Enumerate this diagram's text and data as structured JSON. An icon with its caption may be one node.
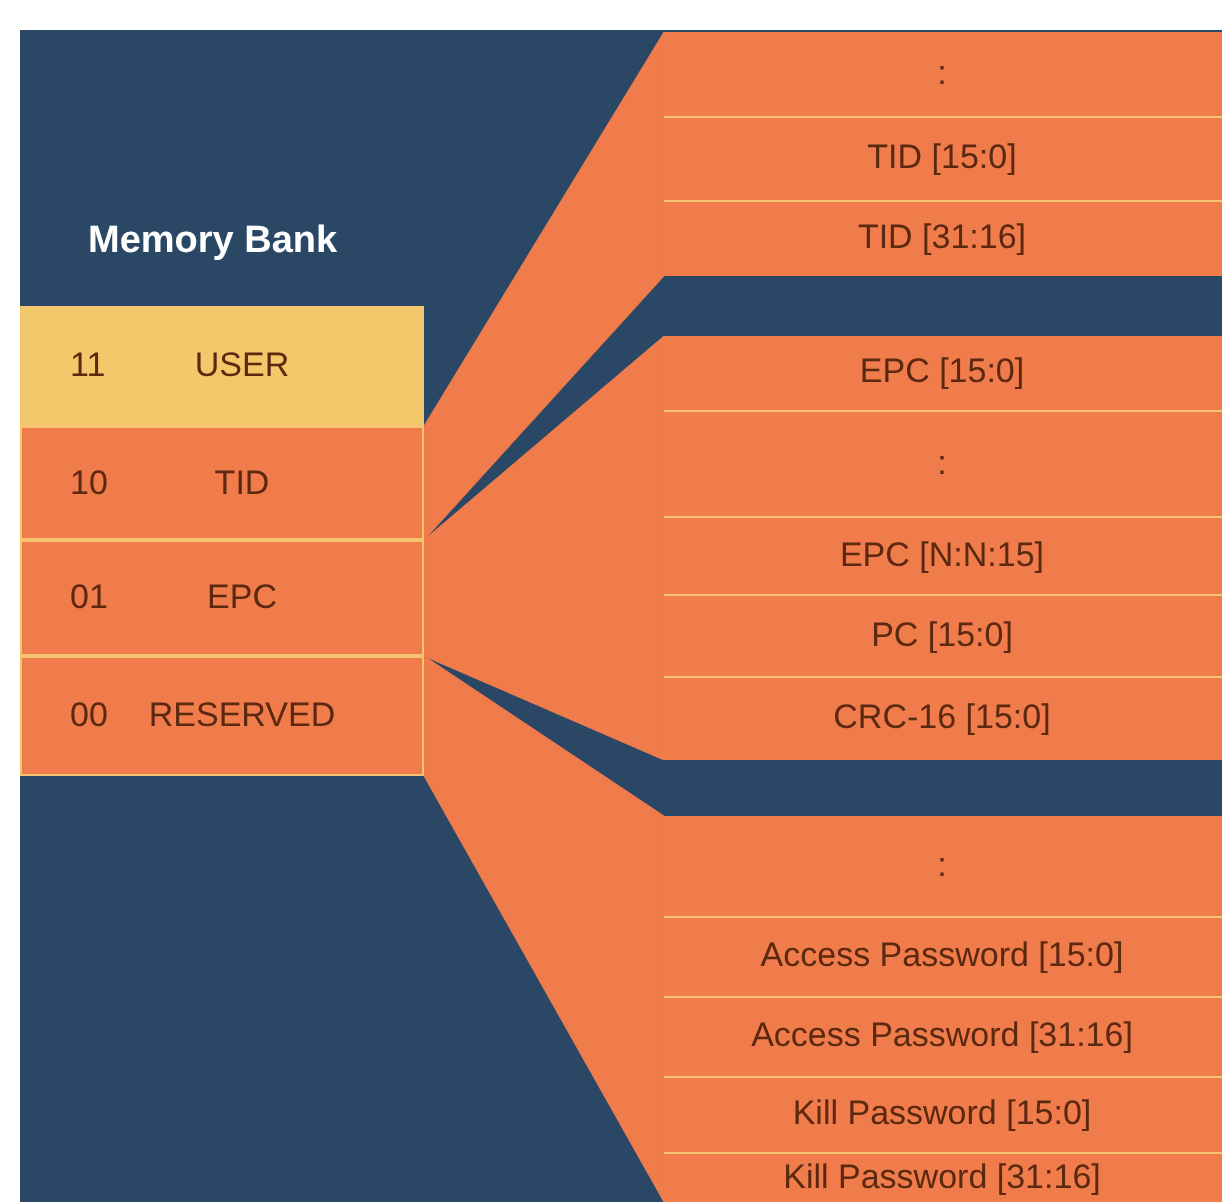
{
  "diagram": {
    "title": "Memory Bank",
    "nodes": [
      {
        "text": [
          "11",
          "USER"
        ]
      },
      {
        "text": [
          "10",
          "TID"
        ]
      },
      {
        "text": [
          "01",
          "EPC"
        ]
      },
      {
        "text": [
          "00",
          "RESERVED"
        ]
      },
      {
        "text": [],
        "shape": "box"
      },
      {
        "text": [
          ":"
        ],
        "in": 4
      },
      {
        "text": [
          "TID [15:0]"
        ],
        "in": 4
      },
      {
        "text": [
          "TID [31:16]"
        ],
        "in": 4
      },
      {
        "text": [],
        "shape": "box"
      },
      {
        "text": [
          "EPC [15:0]"
        ],
        "in": 8
      },
      {
        "text": [
          ":"
        ],
        "in": 8
      },
      {
        "text": [
          "EPC [N:N:15]"
        ],
        "in": 8
      },
      {
        "text": [
          "PC [15:0]"
        ],
        "in": 8
      },
      {
        "text": [
          "CRC-16 [15:0]"
        ],
        "in": 8
      },
      {
        "text": [],
        "shape": "box"
      },
      {
        "text": [
          ":"
        ],
        "in": 14
      },
      {
        "text": [
          "Access Password [15:0]"
        ],
        "in": 14
      },
      {
        "text": [
          "Access Password [31:16]"
        ],
        "in": 14
      },
      {
        "text": [
          "Kill Password [15:0]"
        ],
        "in": 14
      },
      {
        "text": [
          "Kill Password [31:16]"
        ],
        "in": 14
      }
    ],
    "edges": [
      {
        "from": 1,
        "to": 4,
        "arrow": "none"
      },
      {
        "from": 2,
        "to": 8,
        "arrow": "none"
      },
      {
        "from": 3,
        "to": 14,
        "arrow": "none"
      }
    ]
  }
}
